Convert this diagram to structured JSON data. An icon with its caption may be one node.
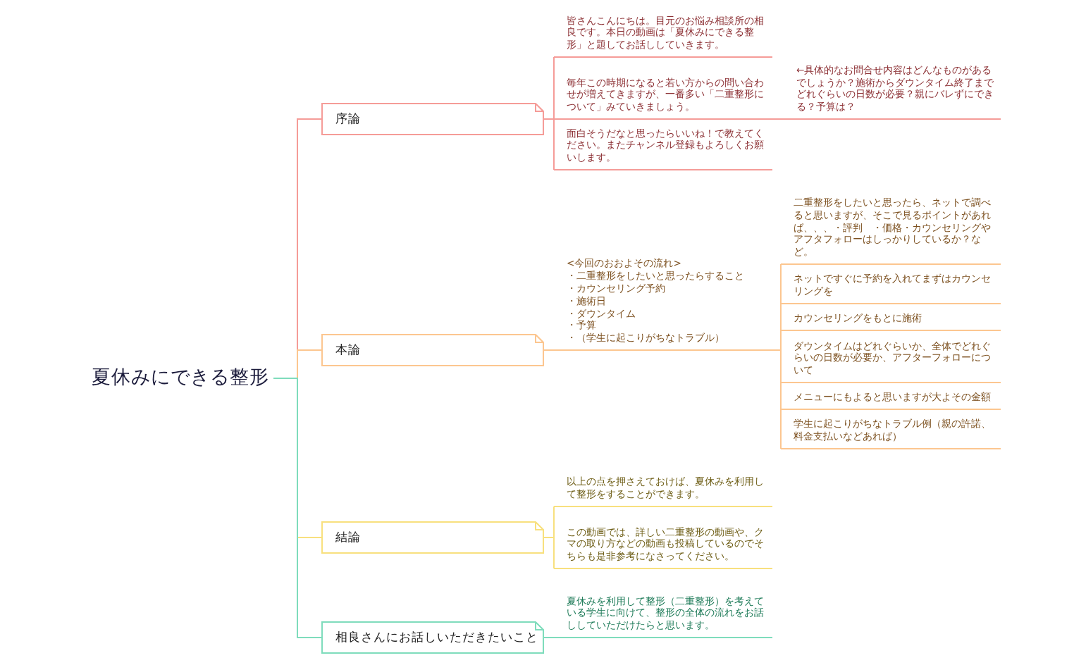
{
  "diagram": {
    "nodes": [
      {
        "text": [
          "夏休みにできる整形"
        ]
      },
      {
        "text": [
          "序論"
        ]
      },
      {
        "text": [
          "皆さんこんにちは。目元のお悩み相談所の相良です。本日の動画は「夏休みにできる整形」と題してお話ししていきます。"
        ]
      },
      {
        "text": [
          "毎年この時期になると若い方からの問い合わせが増えてきますが、一番多い「二重整形について」みていきましょう。"
        ]
      },
      {
        "text": [
          "←具体的なお問合せ内容はどんなものがあるでしょうか？施術からダウンタイム終了までどれぐらいの日数が必要？親にバレずにできる？予算は？"
        ]
      },
      {
        "text": [
          "面白そうだなと思ったらいいね！で教えてください。またチャンネル登録もよろしくお願いします。"
        ]
      },
      {
        "text": [
          "本論"
        ]
      },
      {
        "text": [
          "<今回のおおよその流れ>",
          "・二重整形をしたいと思ったらすること",
          "・カウンセリング予約",
          "・施術日",
          "・ダウンタイム",
          "・予算",
          "・（学生に起こりがちなトラブル）"
        ]
      },
      {
        "text": [
          "二重整形をしたいと思ったら、ネットで調べると思いますが、そこで見るポイントがあれば、、、・評判　・価格・カウンセリングやアフタフォローはしっかりしているか？など。"
        ]
      },
      {
        "text": [
          "ネットですぐに予約を入れてまずはカウンセリングを"
        ]
      },
      {
        "text": [
          "カウンセリングをもとに施術"
        ]
      },
      {
        "text": [
          "ダウンタイムはどれぐらいか、全体でどれぐらいの日数が必要か、アフターフォローについて"
        ]
      },
      {
        "text": [
          "メニューにもよると思いますが大よその金額"
        ]
      },
      {
        "text": [
          "学生に起こりがちなトラブル例（親の許諾、料金支払いなどあれば）"
        ]
      },
      {
        "text": [
          "結論"
        ]
      },
      {
        "text": [
          "以上の点を押さえておけば、夏休みを利用して整形をすることができます。"
        ]
      },
      {
        "text": [
          "この動画では、詳しい二重整形の動画や、クマの取り方などの動画も投稿しているのでそちらも是非参考になさってください。"
        ]
      },
      {
        "text": [
          "相良さんにお話しいただきたいこと"
        ]
      },
      {
        "text": [
          "夏休みを利用して整形（二重整形）を考えている学生に向けて、整形の全体の流れをお話ししていただけたらと思います。"
        ]
      }
    ],
    "edges": [
      {
        "from": 0,
        "to": 1,
        "arrow": "none",
        "color": "#f59c98"
      },
      {
        "from": 0,
        "to": 6,
        "arrow": "none",
        "color": "#fcc690"
      },
      {
        "from": 0,
        "to": 14,
        "arrow": "none",
        "color": "#f8e07e"
      },
      {
        "from": 0,
        "to": 17,
        "arrow": "none",
        "color": "#7fdcbc"
      },
      {
        "from": 1,
        "to": 2,
        "arrow": "none",
        "color": "#f59c98"
      },
      {
        "from": 1,
        "to": 3,
        "arrow": "none",
        "color": "#f59c98"
      },
      {
        "from": 1,
        "to": 5,
        "arrow": "none",
        "color": "#f59c98"
      },
      {
        "from": 3,
        "to": 4,
        "arrow": "none",
        "color": "#f59c98"
      },
      {
        "from": 6,
        "to": 7,
        "arrow": "none",
        "color": "#fcc690"
      },
      {
        "from": 7,
        "to": 8,
        "arrow": "none",
        "color": "#fcc690"
      },
      {
        "from": 7,
        "to": 9,
        "arrow": "none",
        "color": "#fcc690"
      },
      {
        "from": 7,
        "to": 10,
        "arrow": "none",
        "color": "#fcc690"
      },
      {
        "from": 7,
        "to": 11,
        "arrow": "none",
        "color": "#fcc690"
      },
      {
        "from": 7,
        "to": 12,
        "arrow": "none",
        "color": "#fcc690"
      },
      {
        "from": 7,
        "to": 13,
        "arrow": "none",
        "color": "#fcc690"
      },
      {
        "from": 14,
        "to": 15,
        "arrow": "none",
        "color": "#f8e07e"
      },
      {
        "from": 14,
        "to": 16,
        "arrow": "none",
        "color": "#f8e07e"
      },
      {
        "from": 17,
        "to": 18,
        "arrow": "none",
        "color": "#7fdcbc"
      }
    ]
  }
}
